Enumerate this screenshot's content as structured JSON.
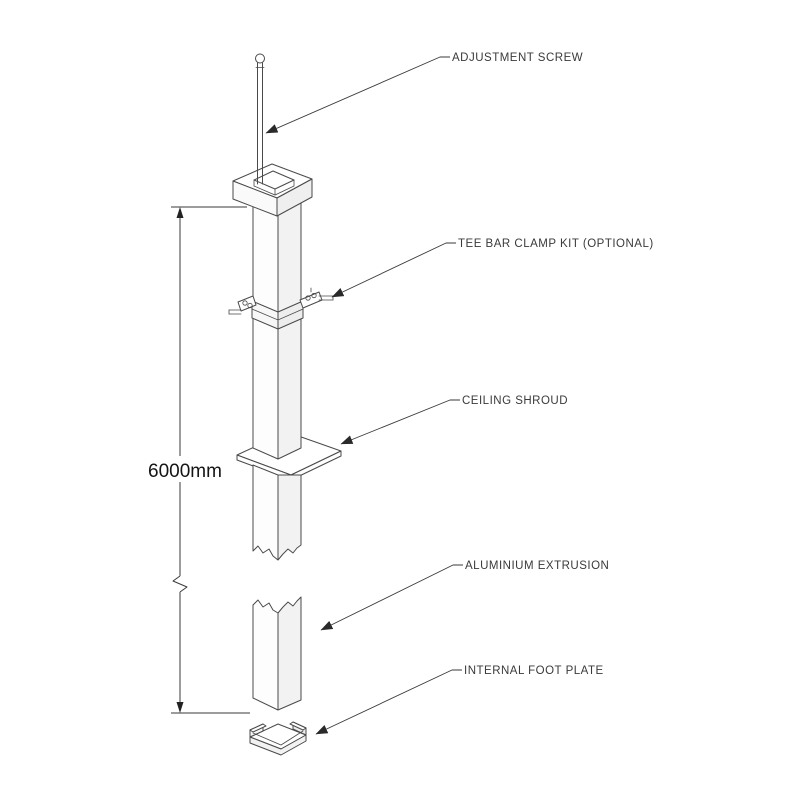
{
  "diagram": {
    "dimension": {
      "label": "6000mm"
    },
    "callouts": {
      "adjustment_screw": "ADJUSTMENT SCREW",
      "tee_bar_clamp": "TEE BAR CLAMP KIT (OPTIONAL)",
      "ceiling_shroud": "CEILING SHROUD",
      "aluminium_extrusion": "ALUMINIUM EXTRUSION",
      "internal_foot_plate": "INTERNAL FOOT PLATE"
    },
    "colors": {
      "line": "#4a4a4a",
      "label_text": "#3a3a3a",
      "dimension_text": "#141414",
      "background": "#ffffff"
    }
  }
}
